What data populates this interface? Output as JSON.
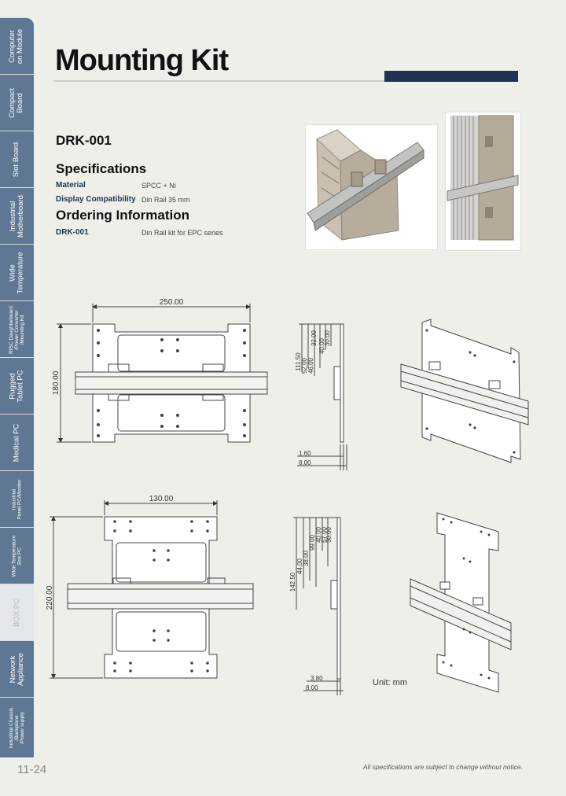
{
  "sidebar": {
    "tabs": [
      {
        "label": "Computer\non Module"
      },
      {
        "label": "Compact\nBoard"
      },
      {
        "label": "Slot Board"
      },
      {
        "label": "Industrial\nMotherboard"
      },
      {
        "label": "Wide\nTemperature"
      },
      {
        "label": "RISC Daughterboard\n/Power Converter\n/Mounting Kit"
      },
      {
        "label": "Rugged\nTablet PC"
      },
      {
        "label": "Medical PC"
      },
      {
        "label": "Industrial\nPanel PC/Monitor"
      },
      {
        "label": "Wide Temperature\nBox PC"
      },
      {
        "label": "BOX PC"
      },
      {
        "label": "Network\nAppliance"
      },
      {
        "label": "Industrial Chassis\n/Backplane\n/Power supply"
      }
    ],
    "page_number": "11-24"
  },
  "header": {
    "title": "Mounting Kit"
  },
  "product": {
    "model": "DRK-001",
    "spec_heading": "Specifications",
    "specs": [
      {
        "label": "Material",
        "value": "SPCC + Ni"
      },
      {
        "label": "Display Compatibility",
        "value": "Din Rail 35 mm"
      }
    ],
    "ordering_heading": "Ordering Information",
    "ordering": [
      {
        "label": "DRK-001",
        "value": "Din Rail kit for EPC series"
      }
    ]
  },
  "dimensions": {
    "top_width": "250.00",
    "top_height": "180.00",
    "top_side_dims": [
      "111.50",
      "32.00",
      "52.00",
      "46.00",
      "40.00",
      "30.00"
    ],
    "top_side_thick": [
      "1.60",
      "8.00"
    ],
    "bot_width": "130.00",
    "bot_height": "220.00",
    "bot_side_dims": [
      "142.50",
      "99.00",
      "44.00",
      "38.00",
      "40.00",
      "57.00",
      "30.00"
    ],
    "bot_side_thick": [
      "3.80",
      "8.00"
    ]
  },
  "unit_label": "Unit: mm",
  "footer": "All specifications are subject to change without notice.",
  "colors": {
    "tab": "#5f7793",
    "accent": "#1f3353",
    "label": "#1f3353"
  }
}
